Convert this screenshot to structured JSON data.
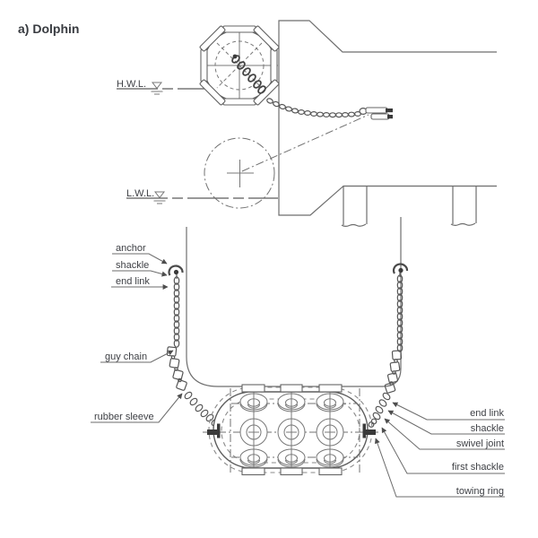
{
  "title": "a) Dolphin",
  "water_levels": {
    "hwl": "H.W.L.",
    "lwl": "L.W.L."
  },
  "labels_left": {
    "anchor": "anchor",
    "shackle": "shackle",
    "end_link": "end link",
    "guy_chain": "guy chain",
    "rubber_sleeve": "rubber sleeve"
  },
  "labels_right": {
    "end_link": "end link",
    "shackle": "shackle",
    "swivel_joint": "swivel joint",
    "first_shackle": "first shackle",
    "towing_ring": "towing ring"
  },
  "colors": {
    "background": "#ffffff",
    "line": "#6e6e6e",
    "dark": "#3a3a3a",
    "text": "#3d3f44"
  }
}
